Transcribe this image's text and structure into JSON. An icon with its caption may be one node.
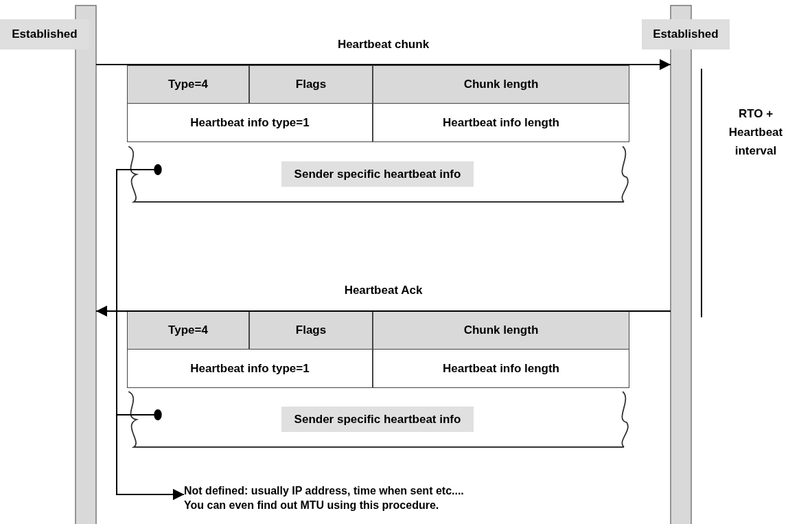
{
  "diagram": {
    "nodes": [
      {
        "text": [
          "Established"
        ]
      },
      {
        "text": [
          "Established"
        ]
      },
      {
        "text": [],
        "shape": "bar"
      },
      {
        "text": [],
        "shape": "bar"
      },
      {
        "text": [
          "Sender specific heartbeat info"
        ]
      },
      {
        "text": [
          "Sender specific heartbeat info"
        ]
      },
      {
        "text": [
          "Not defined: usually IP address, time when sent etc.... You can even find out MTU using this procedure."
        ]
      }
    ],
    "edges": [
      {
        "from": 2,
        "to": 3,
        "arrow": "to",
        "label": "Heartbeat chunk"
      },
      {
        "from": 3,
        "to": 2,
        "arrow": "to",
        "label": "Heartbeat Ack"
      },
      {
        "from": 4,
        "to": 6,
        "arrow": "to"
      },
      {
        "from": 5,
        "to": 6,
        "arrow": "to"
      }
    ],
    "labels": [
      "Type=4",
      "Flags",
      "Chunk length",
      "Heartbeat info type=1",
      "Heartbeat info length",
      "Type=4",
      "Flags",
      "Chunk length",
      "Heartbeat info type=1",
      "Heartbeat info length",
      "RTO + Heartbeat interval"
    ]
  }
}
